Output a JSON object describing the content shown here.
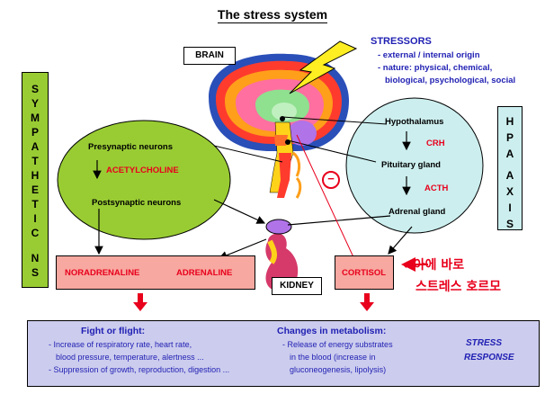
{
  "title": "The stress system",
  "brain_label": "BRAIN",
  "kidney_label": "KIDNEY",
  "stressors": {
    "heading": "STRESSORS",
    "lines": [
      "- external / internal origin",
      "- nature: physical, chemical,",
      "biological, psychological, social"
    ]
  },
  "sympathetic_letters": [
    "S",
    "Y",
    "M",
    "P",
    "A",
    "T",
    "H",
    "E",
    "T",
    "I",
    "C",
    "",
    "N",
    "S"
  ],
  "hpa_letters": [
    "H",
    "P",
    "A",
    "",
    "A",
    "X",
    "I",
    "S"
  ],
  "sympathetic_ellipse": {
    "presynaptic": "Presynaptic neurons",
    "acetylcholine": "ACETYLCHOLINE",
    "postsynaptic": "Postsynaptic neurons"
  },
  "hpa_ellipse": {
    "hypothalamus": "Hypothalamus",
    "crh": "CRH",
    "pituitary": "Pituitary gland",
    "acth": "ACTH",
    "adrenal": "Adrenal gland"
  },
  "hormones": {
    "noradrenaline": "NORADRENALINE",
    "adrenaline": "ADRENALINE",
    "cortisol": "CORTISOL"
  },
  "inhibit_symbol": "−",
  "handwritten_note": [
    "←아에 바로",
    "스트레스 호르모"
  ],
  "response": {
    "fight_heading": "Fight or flight:",
    "fight_lines": [
      "- Increase of respiratory rate, heart rate,",
      "blood pressure, temperature, alertness ...",
      "- Suppression of growth, reproduction, digestion ..."
    ],
    "metab_heading": "Changes in metabolism:",
    "metab_lines": [
      "- Release of energy substrates",
      "in the blood (increase in",
      "gluconeogenesis, lipolysis)"
    ],
    "stress_response": [
      "STRESS",
      "RESPONSE"
    ]
  },
  "colors": {
    "green": "#99cc33",
    "light_blue": "#cceeee",
    "salmon": "#f7a8a0",
    "lavender": "#ccccee",
    "red": "#e8001c",
    "blue": "#1f1fb3"
  }
}
